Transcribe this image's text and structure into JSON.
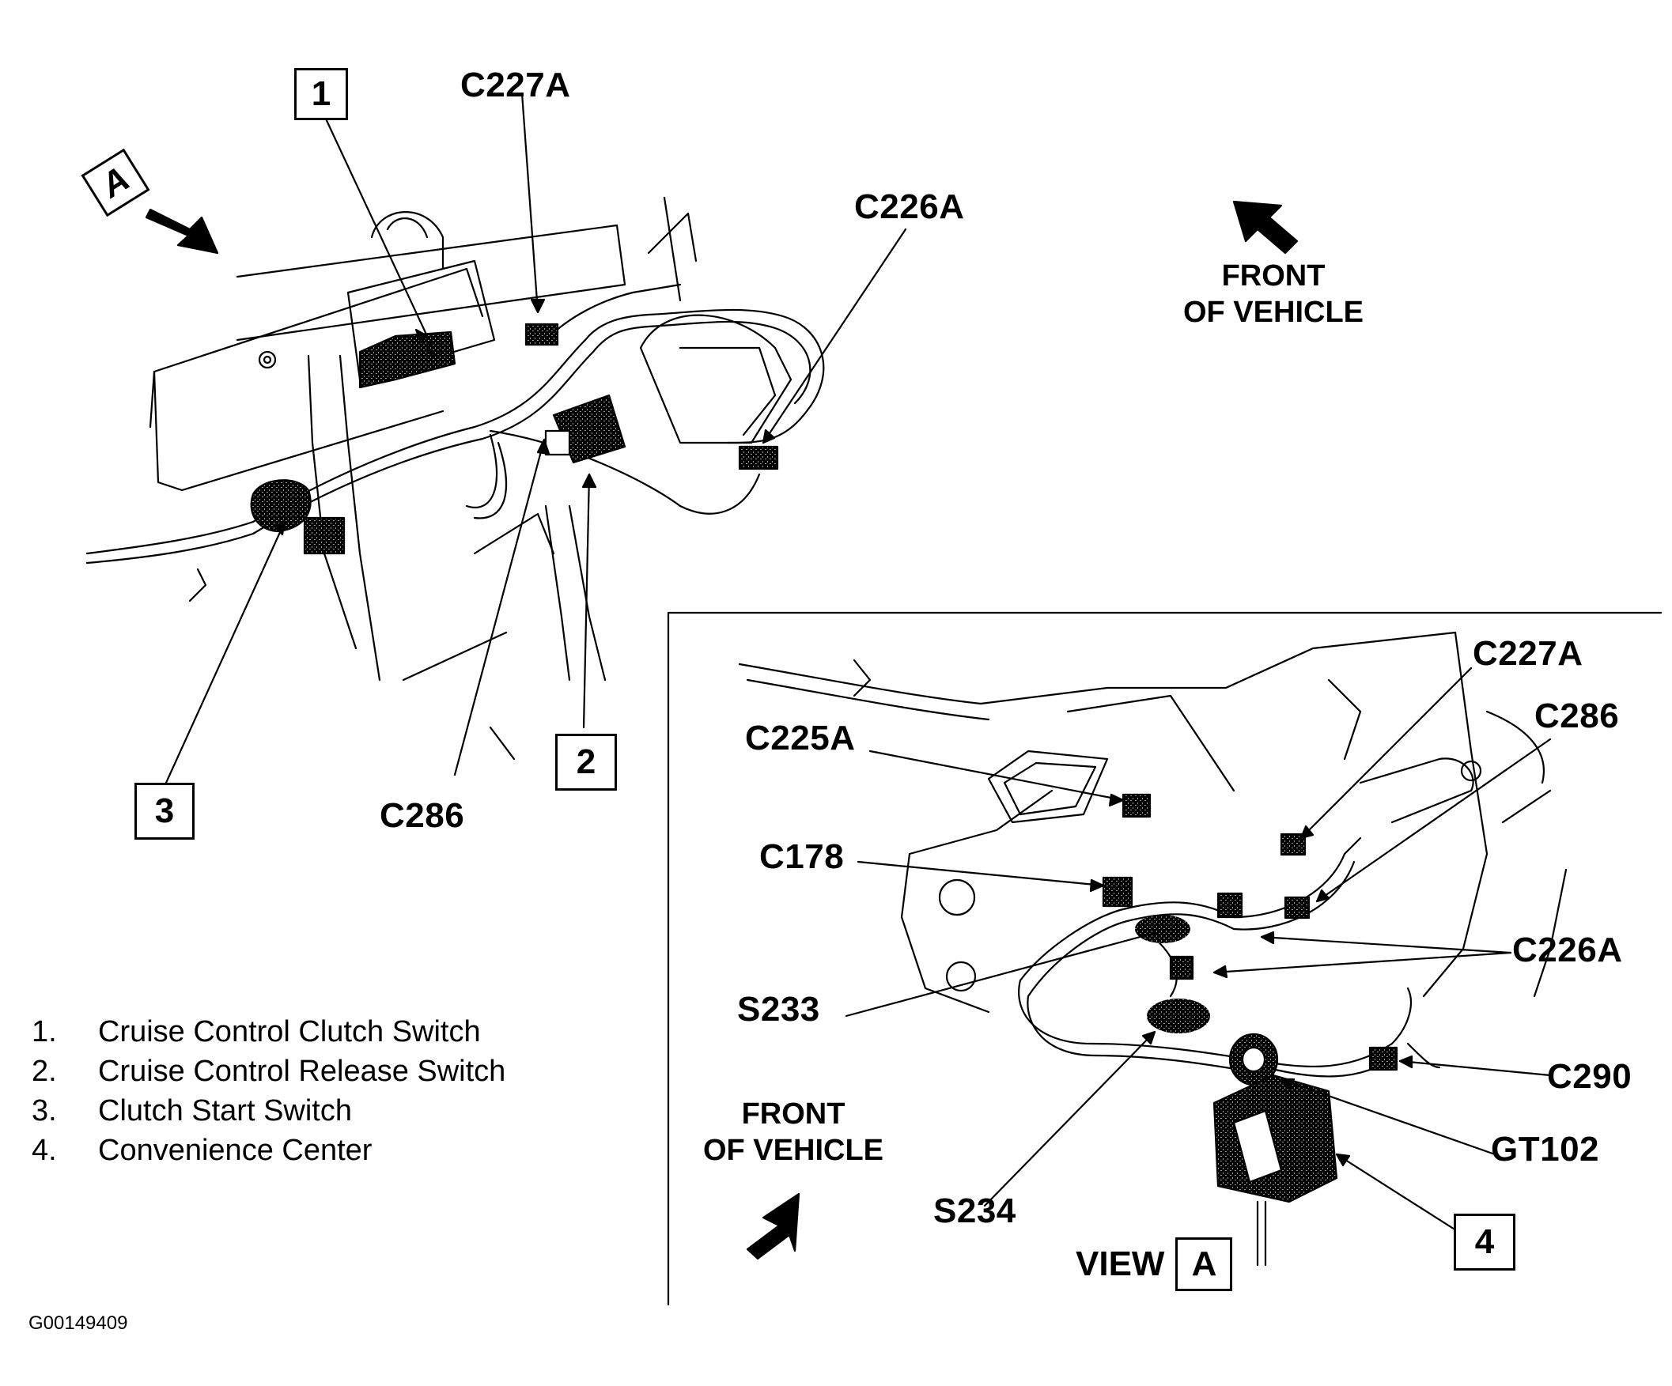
{
  "main_view": {
    "callouts": {
      "c227a": "C227A",
      "c226a": "C226A",
      "c286": "C286"
    },
    "boxes": {
      "b1": "1",
      "b2": "2",
      "b3": "3",
      "bA": "A"
    },
    "front": {
      "line1": "FRONT",
      "line2": "OF VEHICLE"
    }
  },
  "inset_view": {
    "callouts": {
      "c227a": "C227A",
      "c286": "C286",
      "c225a": "C225A",
      "c178": "C178",
      "c226a": "C226A",
      "s233": "S233",
      "c290": "C290",
      "gt102": "GT102",
      "s234": "S234"
    },
    "boxes": {
      "b4": "4",
      "bA": "A"
    },
    "view_word": "VIEW",
    "front": {
      "line1": "FRONT",
      "line2": "OF VEHICLE"
    }
  },
  "legend": [
    {
      "num": "1.",
      "text": "Cruise Control Clutch Switch"
    },
    {
      "num": "2.",
      "text": "Cruise Control Release Switch"
    },
    {
      "num": "3.",
      "text": "Clutch Start Switch"
    },
    {
      "num": "4.",
      "text": "Convenience Center"
    }
  ],
  "figure_id": "G00149409"
}
